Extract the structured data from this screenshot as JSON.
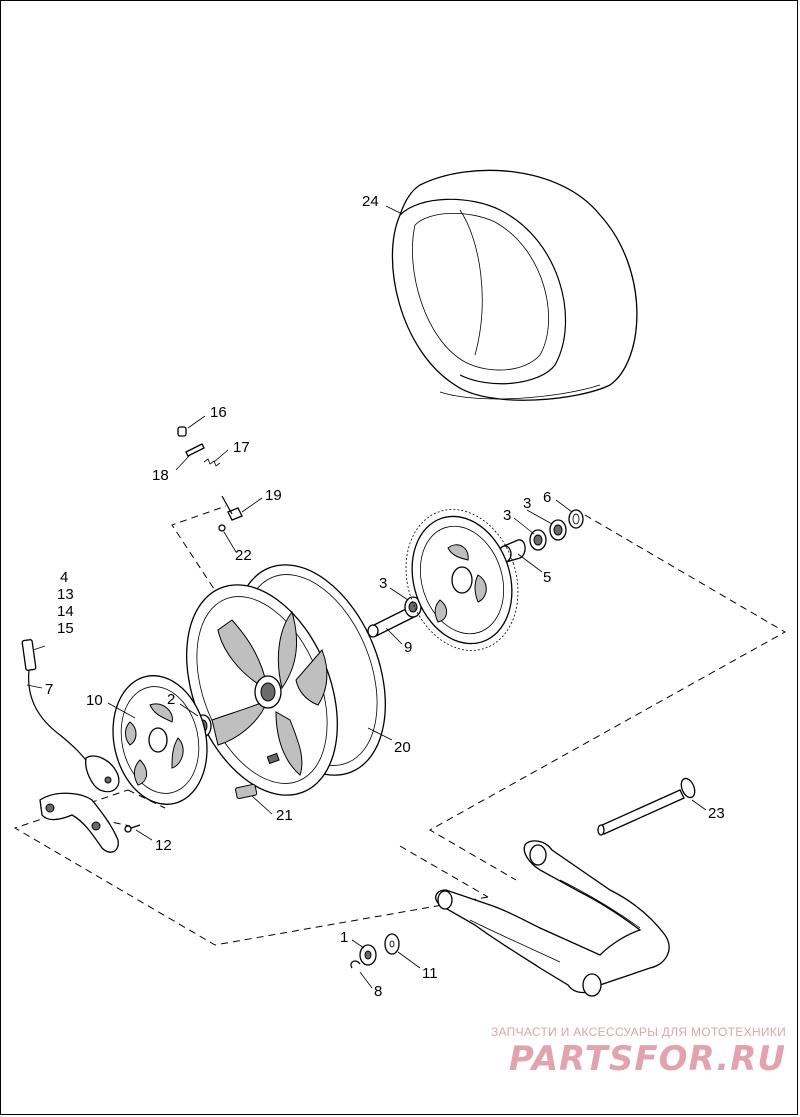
{
  "callouts": {
    "c1": "1",
    "c2": "2",
    "c3a": "3",
    "c3b": "3",
    "c3c": "3",
    "c4": "4",
    "c5": "5",
    "c6": "6",
    "c7": "7",
    "c8": "8",
    "c9": "9",
    "c10": "10",
    "c11": "11",
    "c12": "12",
    "c13": "13",
    "c14": "14",
    "c15": "15",
    "c16": "16",
    "c17": "17",
    "c18": "18",
    "c19": "19",
    "c20": "20",
    "c21": "21",
    "c22": "22",
    "c23": "23",
    "c24": "24"
  },
  "watermark": {
    "subtitle": "ЗАПЧАСТИ И АКСЕССУАРЫ ДЛЯ МОТОТЕХНИКИ",
    "brand": "PARTSFOR.RU",
    "color": "#e3a3ae"
  }
}
